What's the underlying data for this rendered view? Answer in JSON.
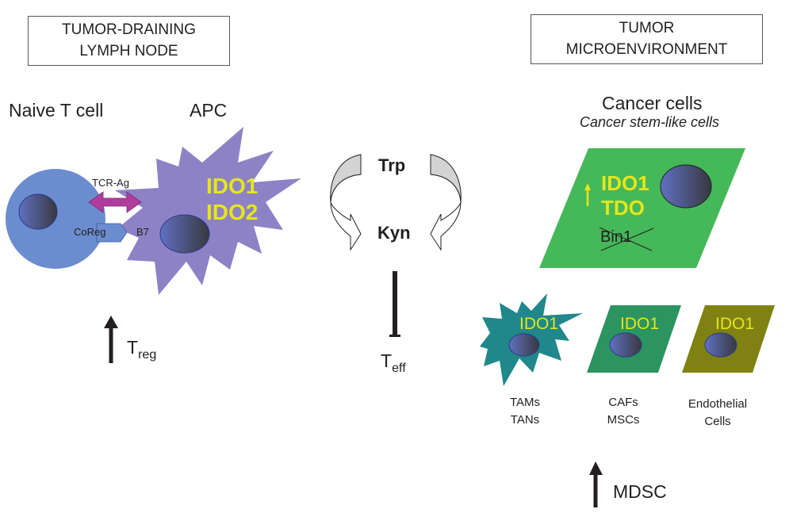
{
  "left_panel": {
    "header": [
      "TUMOR-DRAINING",
      "LYMPH NODE"
    ],
    "naive_t_cell_label": "Naive T cell",
    "apc_label": "APC",
    "tcr_label": "TCR-Ag",
    "coreg_label": "CoReg",
    "b7_label": "B7",
    "apc_enzymes": [
      "IDO1",
      "IDO2"
    ],
    "treg_label": {
      "main": "T",
      "sub": "reg"
    },
    "treg_arrow": "up"
  },
  "center_panel": {
    "trp_label": "Trp",
    "kyn_label": "Kyn",
    "teff_label": {
      "main": "T",
      "sub": "eff"
    },
    "teff_relation": "inhibition"
  },
  "right_panel": {
    "header": [
      "TUMOR",
      "MICROENVIRONMENT"
    ],
    "cancer_cells_label": "Cancer cells",
    "cancer_stem_label": "Cancer stem-like cells",
    "cancer_enzymes": [
      "IDO1",
      "TDO"
    ],
    "cancer_enzymes_arrow": "up",
    "bin1_label": "Bin1",
    "bin1_status": "crossed-out",
    "stromal_cells": [
      {
        "enzyme": "IDO1",
        "label": [
          "TAMs",
          "TANs"
        ],
        "shape": "star"
      },
      {
        "enzyme": "IDO1",
        "label": [
          "CAFs",
          "MSCs"
        ],
        "shape": "parallelogram"
      },
      {
        "enzyme": "IDO1",
        "label": [
          "Endothelial",
          "Cells"
        ],
        "shape": "parallelogram"
      }
    ],
    "mdsc_label": "MDSC",
    "mdsc_arrow": "up"
  },
  "colors": {
    "t_cell": "#6b8cce",
    "apc": "#8e82c6",
    "tcr_arrow": "#b03d9c",
    "cancer_cell": "#45b85a",
    "tam": "#20888a",
    "caf": "#2b9460",
    "endothelial": "#7f8212",
    "enzyme_text": "#e6e619",
    "nucleus_light": "#6070c0",
    "nucleus_dark": "#3a3a45"
  }
}
